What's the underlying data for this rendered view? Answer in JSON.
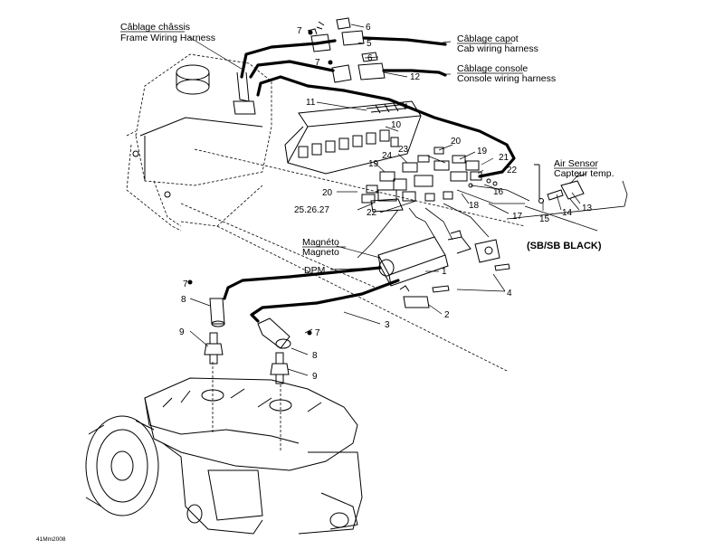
{
  "labels": {
    "frame_harness_fr": "Câblage châssis",
    "frame_harness_en": "Frame Wiring Harness",
    "cab_harness_fr": "Câblage capot",
    "cab_harness_en": "Cab wiring harness",
    "console_harness_fr": "Câblage console",
    "console_harness_en": "Console wiring harness",
    "air_sensor_en": "Air Sensor",
    "air_sensor_fr": "Capteur temp.",
    "magneto_fr": "Magnéto",
    "magneto_en": "Magneto",
    "dpm": "DPM",
    "model_note": "(SB/SB BLACK)",
    "footer_code": "41Mm2008"
  },
  "callouts": {
    "n1": "1",
    "n2": "2",
    "n3": "3",
    "n4": "4",
    "n5": "5",
    "n6a": "6",
    "n6b": "6",
    "n7a": "7",
    "n7b": "7",
    "n7c": "7",
    "n7d": "7",
    "n8a": "8",
    "n8b": "8",
    "n9a": "9",
    "n9b": "9",
    "n10": "10",
    "n11": "11",
    "n12": "12",
    "n13": "13",
    "n14": "14",
    "n15": "15",
    "n16": "16",
    "n17": "17",
    "n18": "18",
    "n19a": "19",
    "n19b": "19",
    "n20a": "20",
    "n20b": "20",
    "n21": "21",
    "n22a": "22",
    "n22b": "22",
    "n23": "23",
    "n24": "24",
    "n25": "25.26.27"
  }
}
